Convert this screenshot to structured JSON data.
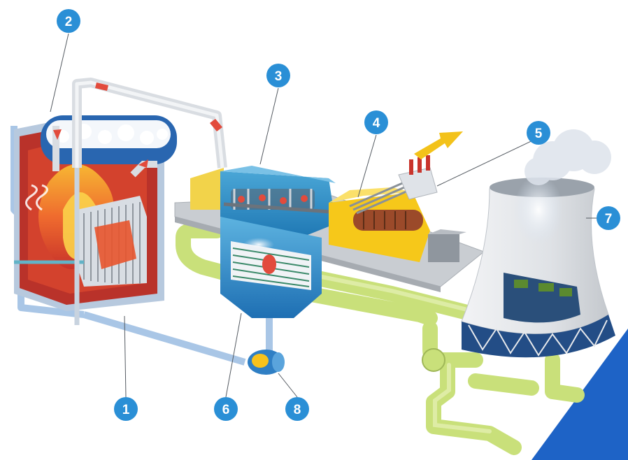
{
  "colors": {
    "marker": "#2a8fd6",
    "boiler_fire": "#e84a2a",
    "boiler_wall": "#c0392b",
    "steam_pipe": "#d9dde2",
    "turbine_blue": "#2d8fc7",
    "generator_yellow": "#f6c81a",
    "platform": "#c9cdd2",
    "condensate_pipe": "#c9e07a",
    "feed_pipe": "#a9c6e6",
    "tower": "#e7e9ec",
    "river": "#1e63c6",
    "arrow_red": "#e24b3c",
    "power_arrow": "#f3c21a"
  },
  "markers": [
    {
      "label": "1",
      "component": "boiler"
    },
    {
      "label": "2",
      "component": "steam-drum"
    },
    {
      "label": "3",
      "component": "steam-turbine"
    },
    {
      "label": "4",
      "component": "generator"
    },
    {
      "label": "5",
      "component": "transformer"
    },
    {
      "label": "6",
      "component": "condenser"
    },
    {
      "label": "7",
      "component": "cooling-tower"
    },
    {
      "label": "8",
      "component": "feed-pump"
    }
  ]
}
